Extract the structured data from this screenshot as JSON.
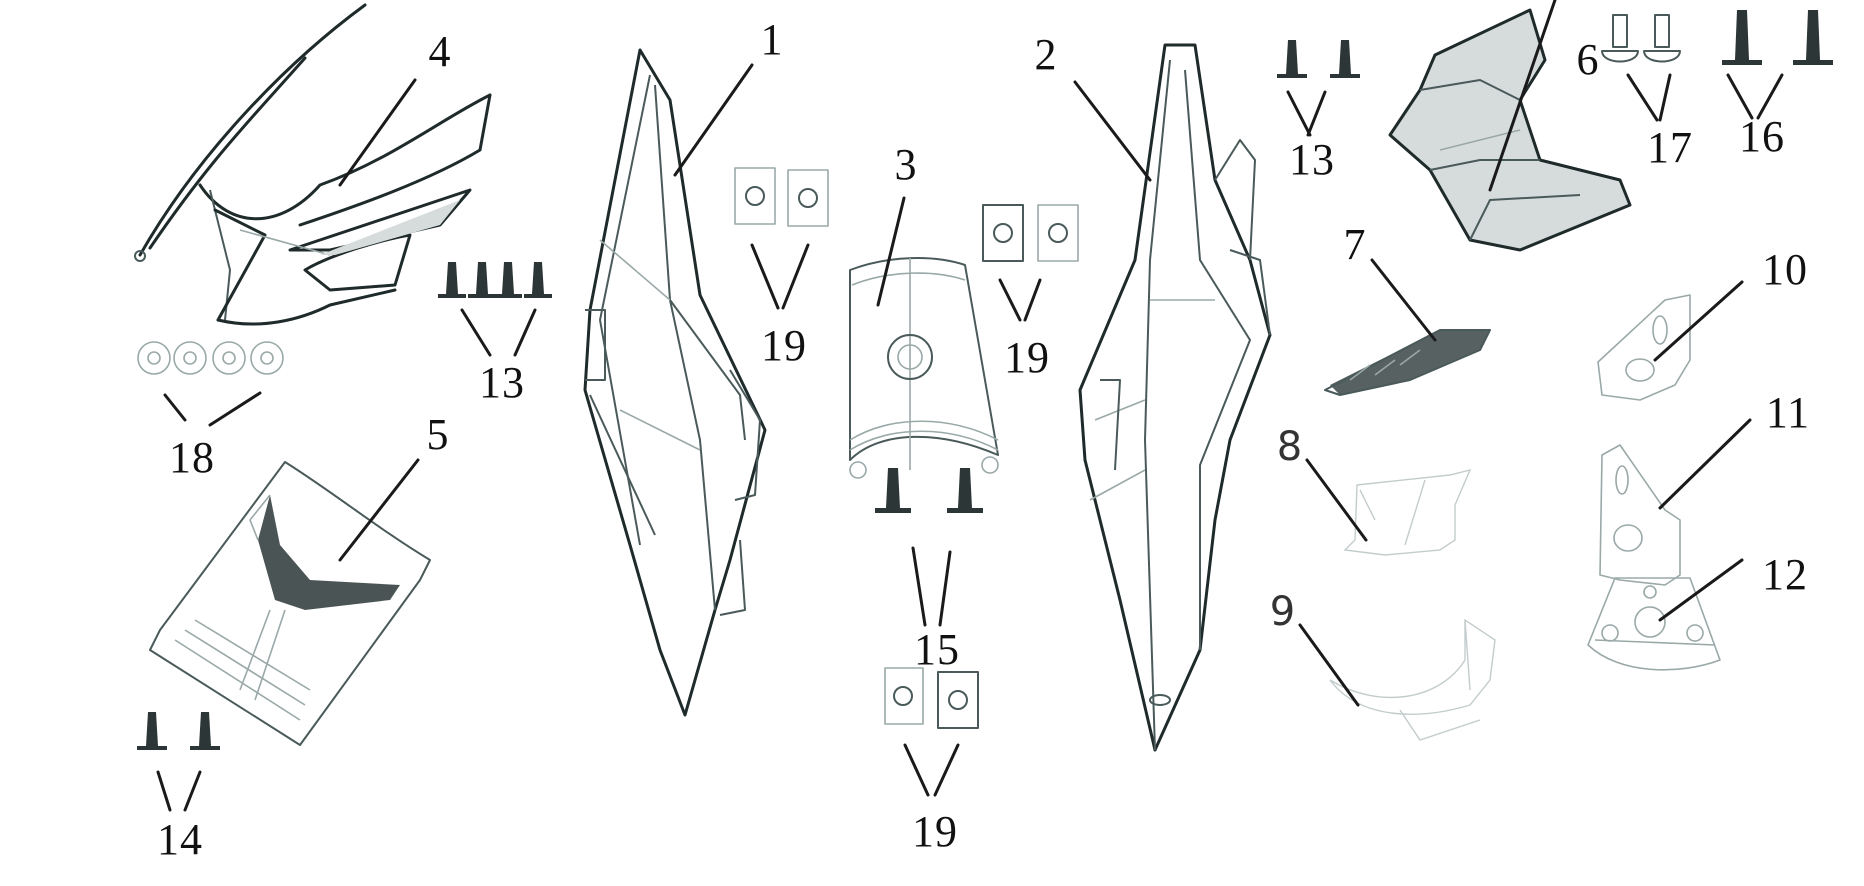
{
  "diagram": {
    "type": "exploded-parts-diagram",
    "subject": "scooter body fairing / cover panels with fasteners",
    "background": "#ffffff",
    "ink_color": "#1f2a2a",
    "parts": [
      {
        "number": "1",
        "label": "1",
        "description": "left side fairing panel"
      },
      {
        "number": "2",
        "label": "2",
        "description": "right side fairing panel"
      },
      {
        "number": "3",
        "label": "3",
        "description": "center cover panel"
      },
      {
        "number": "4",
        "label": "4",
        "description": "front upper cowl"
      },
      {
        "number": "5",
        "label": "5",
        "description": "front grille cover"
      },
      {
        "number": "6",
        "label": "6",
        "description": "inner shield / bracket housing"
      },
      {
        "number": "7",
        "label": "7",
        "description": "small trim / lamp component"
      },
      {
        "number": "8",
        "label": "8",
        "description": "bracket (faint)"
      },
      {
        "number": "9",
        "label": "9",
        "description": "curved bracket (faint)"
      },
      {
        "number": "10",
        "label": "10",
        "description": "mounting bracket"
      },
      {
        "number": "11",
        "label": "11",
        "description": "mounting bracket"
      },
      {
        "number": "12",
        "label": "12",
        "description": "mounting plate"
      },
      {
        "number": "13",
        "label": "13",
        "description": "screws (set of 4, left)",
        "qty_shown": 4
      },
      {
        "number": "13b",
        "label": "13",
        "description": "screws (set of 2, right)",
        "qty_shown": 2
      },
      {
        "number": "14",
        "label": "14",
        "description": "screws",
        "qty_shown": 2
      },
      {
        "number": "15",
        "label": "15",
        "description": "screws",
        "qty_shown": 2
      },
      {
        "number": "16",
        "label": "16",
        "description": "screws",
        "qty_shown": 2
      },
      {
        "number": "17",
        "label": "17",
        "description": "bolts",
        "qty_shown": 2
      },
      {
        "number": "18",
        "label": "18",
        "description": "washers",
        "qty_shown": 4
      },
      {
        "number": "19a",
        "label": "19",
        "description": "clip nuts (upper left)",
        "qty_shown": 2
      },
      {
        "number": "19b",
        "label": "19",
        "description": "clip nuts (upper right)",
        "qty_shown": 2
      },
      {
        "number": "19c",
        "label": "19",
        "description": "clip nuts (bottom)",
        "qty_shown": 2
      }
    ]
  },
  "labels": {
    "p1": "1",
    "p2": "2",
    "p3": "3",
    "p4": "4",
    "p5": "5",
    "p6": "6",
    "p7": "7",
    "p8": "8",
    "p9": "9",
    "p10": "10",
    "p11": "11",
    "p12": "12",
    "p13a": "13",
    "p13b": "13",
    "p14": "14",
    "p15": "15",
    "p16": "16",
    "p17": "17",
    "p18": "18",
    "p19a": "19",
    "p19b": "19",
    "p19c": "19"
  }
}
